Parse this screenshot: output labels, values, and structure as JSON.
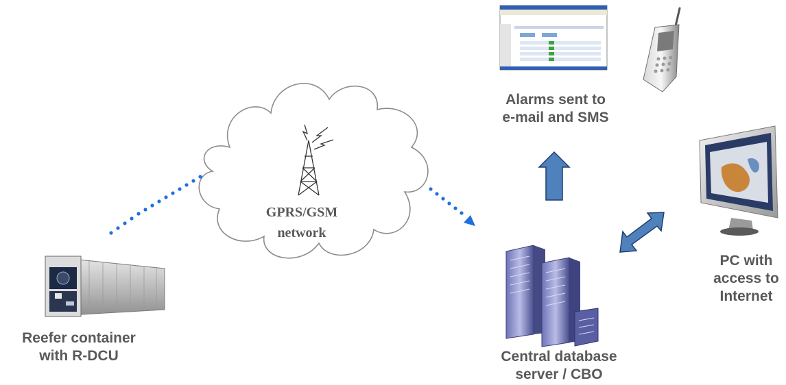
{
  "network": {
    "line1": "GPRS/GSM",
    "line2": "network"
  },
  "reefer": {
    "line1": "Reefer container",
    "line2": "with R-DCU"
  },
  "alarms": {
    "line1": "Alarms sent to",
    "line2": "e-mail and SMS"
  },
  "server": {
    "line1": "Central database",
    "line2": "server / CBO"
  },
  "pc": {
    "line1": "PC with",
    "line2": "access to",
    "line3": "Internet"
  },
  "colors": {
    "label_text": "#595959",
    "dotted_link": "#1f6fe0",
    "block_arrow_fill": "#4f81bd",
    "block_arrow_stroke": "#1f3f6f",
    "cloud_stroke": "#8c8c8c"
  },
  "icons": [
    "reefer-container-icon",
    "gsm-tower-icon",
    "cloud-icon",
    "server-icon",
    "email-screen-icon",
    "mobile-phone-icon",
    "pc-monitor-icon"
  ]
}
